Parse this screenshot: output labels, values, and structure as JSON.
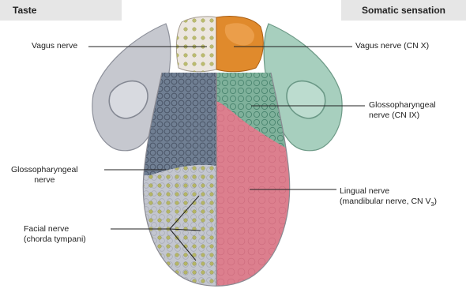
{
  "header": {
    "left_title": "Taste",
    "right_title": "Somatic sensation"
  },
  "labels": {
    "vagus_left": "Vagus nerve",
    "vagus_right": "Vagus nerve (CN X)",
    "glosso_right_line1": "Glossopharyngeal",
    "glosso_right_line2": "nerve (CN IX)",
    "glosso_left_line1": "Glossopharyngeal",
    "glosso_left_line2": "nerve",
    "lingual_line1": "Lingual nerve",
    "lingual_line2_prefix": "(mandibular nerve, CN V",
    "lingual_line2_sub": "3",
    "lingual_line2_suffix": ")",
    "facial_line1": "Facial nerve",
    "facial_line2": "(chorda tympani)"
  },
  "colors": {
    "vagus_taste": "#ece6df",
    "vagus_somatic": "#e08a2c",
    "glosso_taste": "#707f93",
    "glosso_somatic": "#7fb19b",
    "lingual": "#dc7f8e",
    "facial": "#c3c6cf",
    "taste_dots": "#b3b45a",
    "side_gray": "#c6c8cf",
    "side_green": "#a7cfbe"
  }
}
